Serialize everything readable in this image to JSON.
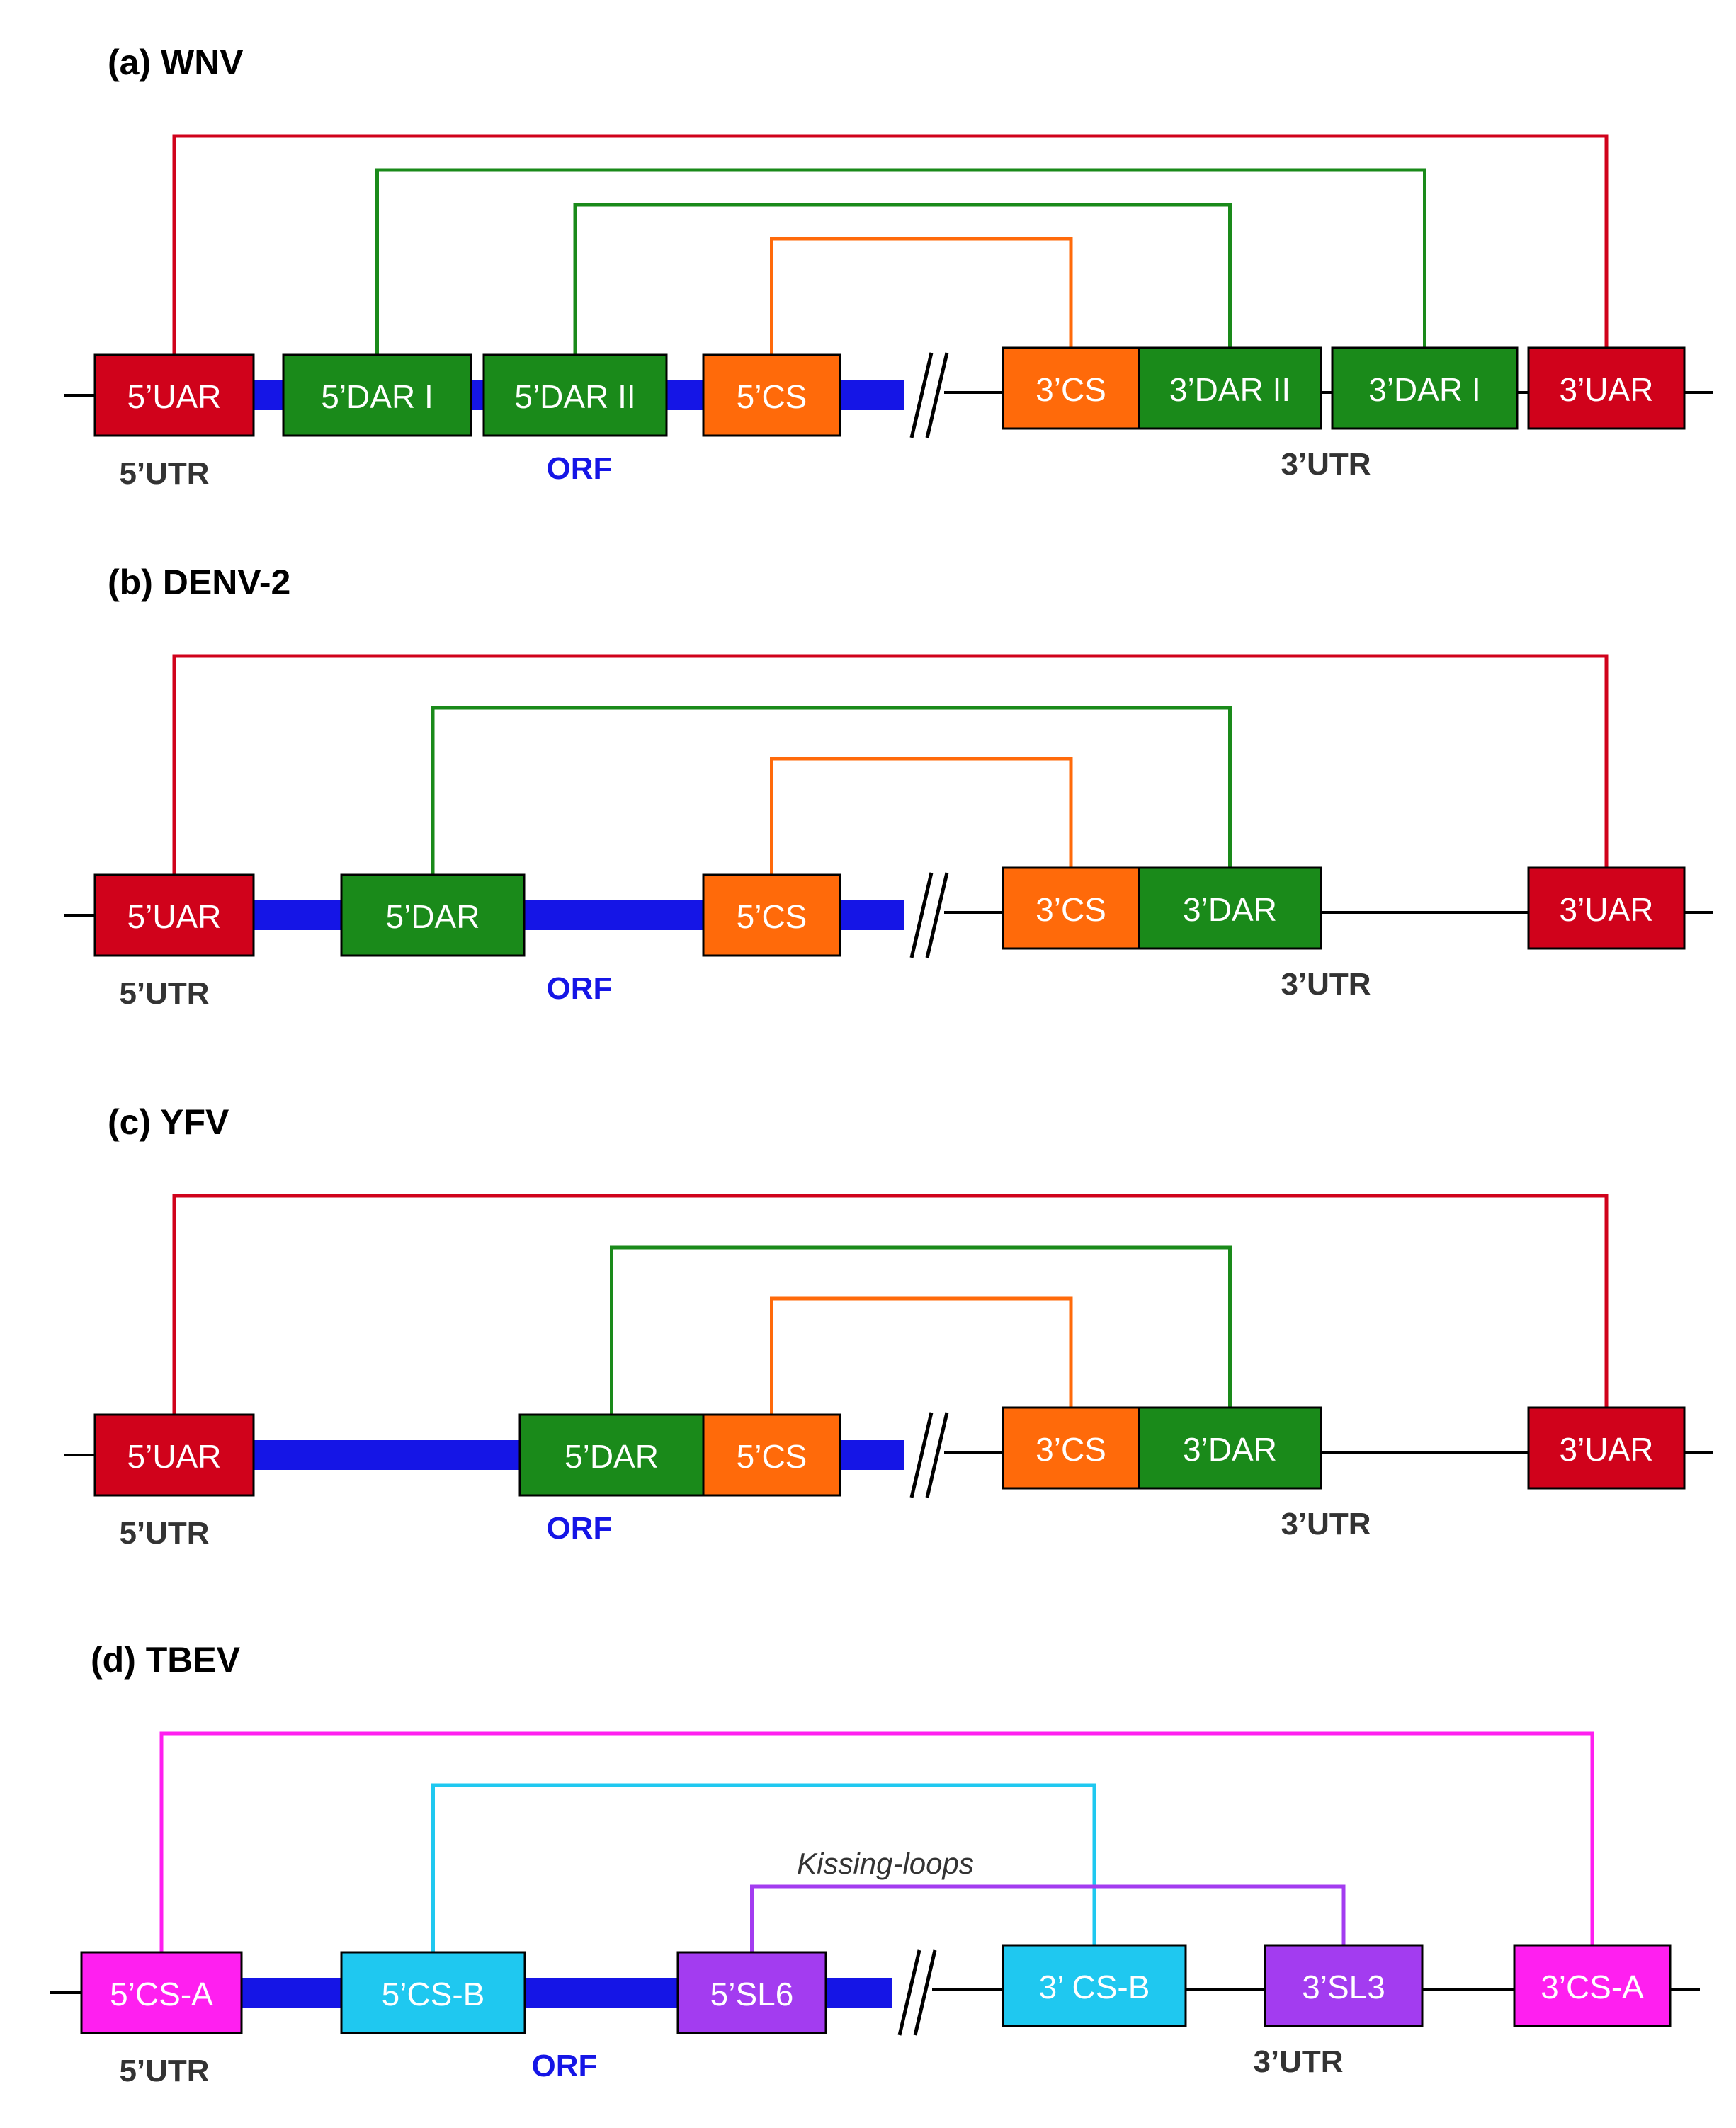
{
  "colors": {
    "uar": "#d0021b",
    "dar": "#1a8a1a",
    "cs": "#ff6a0a",
    "orf": "#1515e6",
    "csa": "#ff1ff0",
    "csb": "#1fc8f0",
    "sl": "#a33cf0",
    "backbone": "#000000",
    "region_text": "#333333",
    "orf_text": "#1515e6"
  },
  "panels": [
    {
      "title": "(a) WNV",
      "utr5": "5’UTR",
      "orf": "ORF",
      "utr3": "3’UTR",
      "boxes": [
        "5’UAR",
        "5’DAR I",
        "5’DAR II",
        "5’CS",
        "3’CS",
        "3’DAR II",
        "3’DAR I",
        "3’UAR"
      ]
    },
    {
      "title": "(b) DENV-2",
      "utr5": "5’UTR",
      "orf": "ORF",
      "utr3": "3’UTR",
      "boxes": [
        "5’UAR",
        "5’DAR",
        "5’CS",
        "3’CS",
        "3’DAR",
        "3’UAR"
      ]
    },
    {
      "title": "(c) YFV",
      "utr5": "5’UTR",
      "orf": "ORF",
      "utr3": "3’UTR",
      "boxes": [
        "5’UAR",
        "5’DAR",
        "5’CS",
        "3’CS",
        "3’DAR",
        "3’UAR"
      ]
    },
    {
      "title": "(d) TBEV",
      "utr5": "5’UTR",
      "orf": "ORF",
      "utr3": "3’UTR",
      "annotation": "Kissing-loops",
      "boxes": [
        "5’CS-A",
        "5’CS-B",
        "5’SL6",
        "3’ CS-B",
        "3’SL3",
        "3’CS-A"
      ]
    }
  ]
}
